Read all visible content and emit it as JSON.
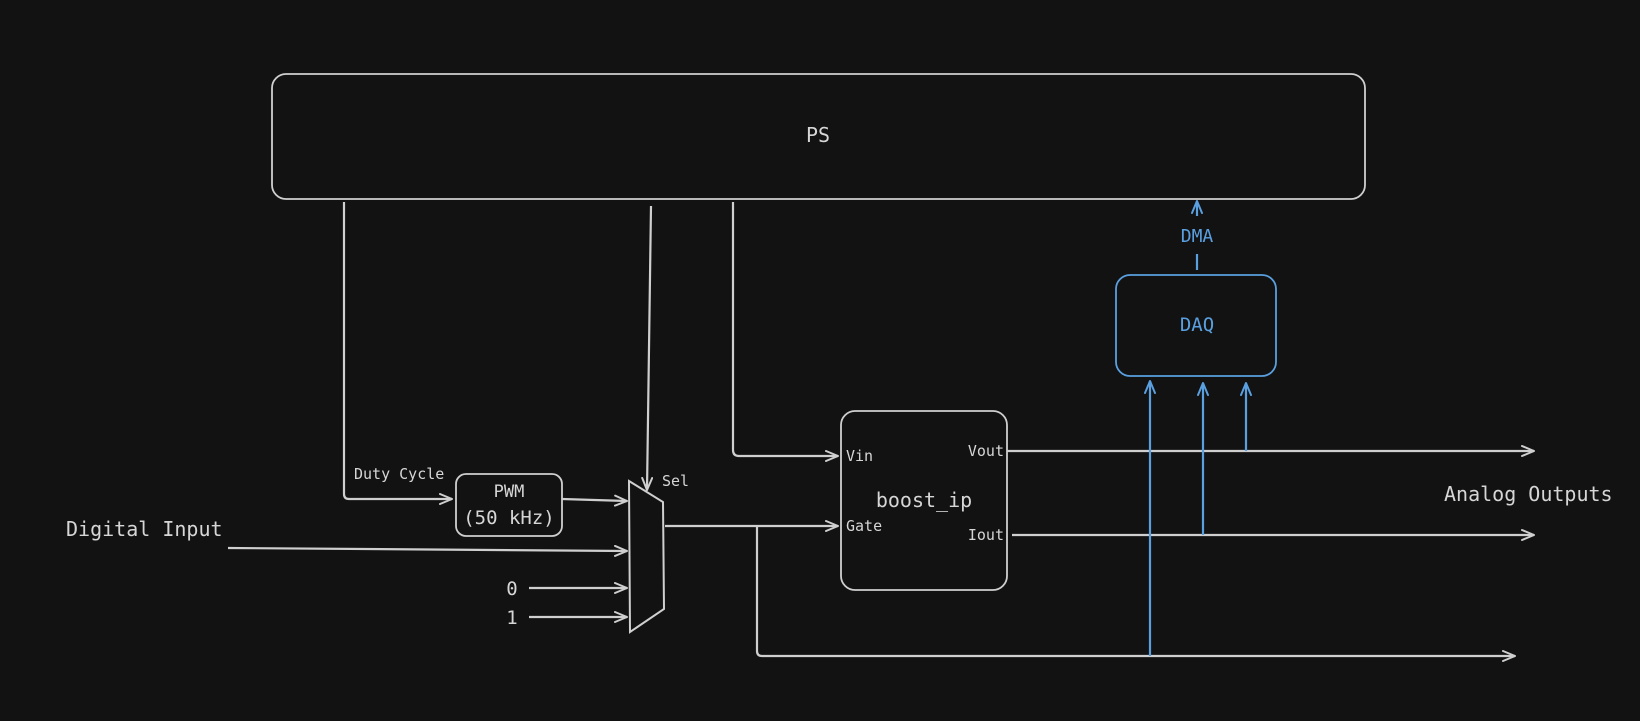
{
  "diagram": {
    "ps_label": "PS",
    "daq_label": "DAQ",
    "dma_label": "DMA",
    "pwm_line1": "PWM",
    "pwm_line2": "(50 kHz)",
    "duty_cycle_label": "Duty Cycle",
    "sel_label": "Sel",
    "digital_input_label": "Digital Input",
    "const_zero": "0",
    "const_one": "1",
    "boost_label": "boost_ip",
    "port_vin": "Vin",
    "port_gate": "Gate",
    "port_vout": "Vout",
    "port_iout": "Iout",
    "analog_outputs_label": "Analog Outputs"
  },
  "colors": {
    "background": "#121212",
    "stroke": "#cfcfcf",
    "blue": "#5aa0e0"
  }
}
